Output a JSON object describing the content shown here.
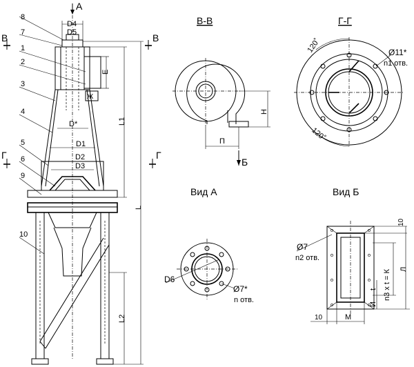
{
  "main_view": {
    "arrow_a": "А",
    "section_b_left": "В",
    "section_b_right": "В",
    "section_g_left": "Г",
    "section_g_right": "Г",
    "callouts": [
      "8",
      "7",
      "1",
      "2",
      "3",
      "4",
      "5",
      "6",
      "9",
      "10"
    ],
    "dims": {
      "d4": "D4",
      "d5": "D5",
      "e": "Е",
      "zh": "Ж",
      "d_star": "D*",
      "d1": "D1",
      "d2": "D2",
      "d3": "D3",
      "l1": "L1",
      "l": "L",
      "l2": "L2"
    }
  },
  "view_bb": {
    "title": "В-В",
    "n": "Н",
    "p": "П",
    "arrow_b": "Б"
  },
  "view_gg": {
    "title": "Г-Г",
    "angle_top": "120˚",
    "angle_bottom": "120˚",
    "hole_d": "Ø11*",
    "hole_n": "n1 отв."
  },
  "view_a": {
    "title": "Вид  А",
    "d6": "D6",
    "hole_d": "Ø7*",
    "hole_n": "n отв."
  },
  "view_b": {
    "title": "Вид  Б",
    "hole_d": "Ø7",
    "hole_n": "n2 отв.",
    "dim_10_top": "10",
    "dim_10_left": "10",
    "m": "М",
    "l": "Л",
    "k": "n3 x t = К",
    "t": "t",
    "i": "И"
  }
}
